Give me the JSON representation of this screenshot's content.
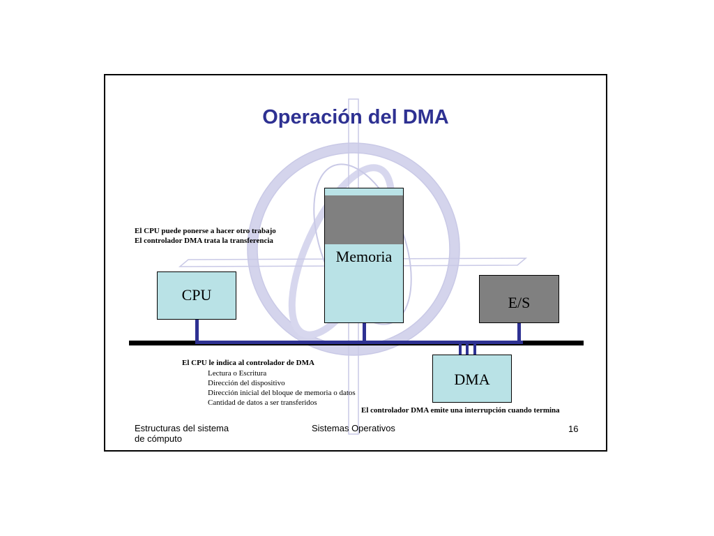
{
  "slide": {
    "title": "Operación del DMA",
    "components": {
      "memoria": "Memoria",
      "cpu": "CPU",
      "es": "E/S",
      "dma": "DMA"
    },
    "notes": {
      "cpu_free_line1": "El CPU puede ponerse a hacer otro trabajo",
      "cpu_free_line2": "El controlador DMA trata la transferencia",
      "cpu_tells_dma": "El CPU le indica al controlador de DMA",
      "params": [
        "Lectura o Escritura",
        "Dirección del dispositivo",
        "Dirección inicial del bloque de memoria o datos",
        "Cantidad de datos a ser transferidos"
      ],
      "interrupt": "El controlador DMA emite una interrupción cuando termina"
    },
    "footer": {
      "left_line1": "Estructuras del sistema",
      "left_line2": "de cómputo",
      "center": "Sistemas Operativos",
      "page_number": "16"
    }
  },
  "colors": {
    "title": "#2e3192",
    "box_cyan": "#b9e2e6",
    "box_gray": "#808080",
    "bus_black": "#000000",
    "bus_blue": "#2e3192",
    "watermark": "#c9c9e6"
  },
  "icons": {
    "watermark": "atom-globe-watermark-icon"
  }
}
